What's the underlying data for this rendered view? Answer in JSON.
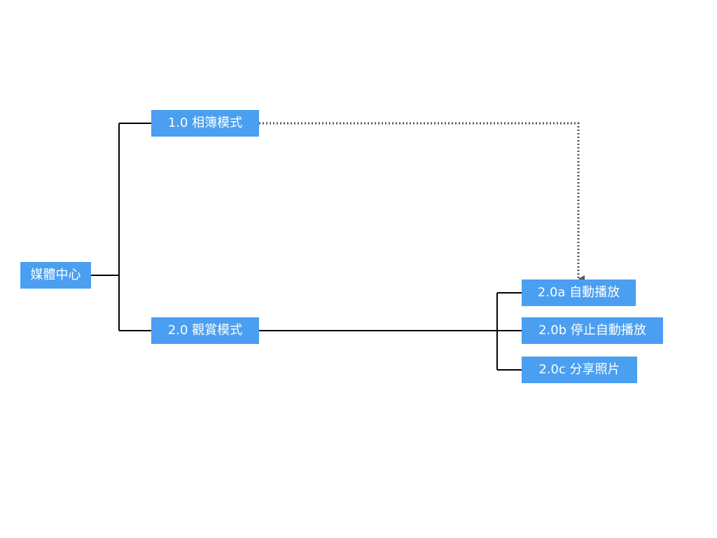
{
  "diagram": {
    "root": {
      "label": "媒體中心"
    },
    "branches": [
      {
        "label": "1.0 相簿模式"
      },
      {
        "label": "2.0 觀賞模式",
        "children": [
          {
            "label": "2.0a 自動播放"
          },
          {
            "label": "2.0b 停止自動播放"
          },
          {
            "label": "2.0c 分享照片"
          }
        ]
      }
    ],
    "links": [
      {
        "from": "1.0 相簿模式",
        "to": "2.0a 自動播放",
        "style": "dotted-arrow"
      }
    ]
  },
  "colors": {
    "node_fill": "#4a9ff0",
    "node_text": "#ffffff",
    "connector": "#000000",
    "dotted_link": "#555555",
    "background": "#ffffff"
  }
}
